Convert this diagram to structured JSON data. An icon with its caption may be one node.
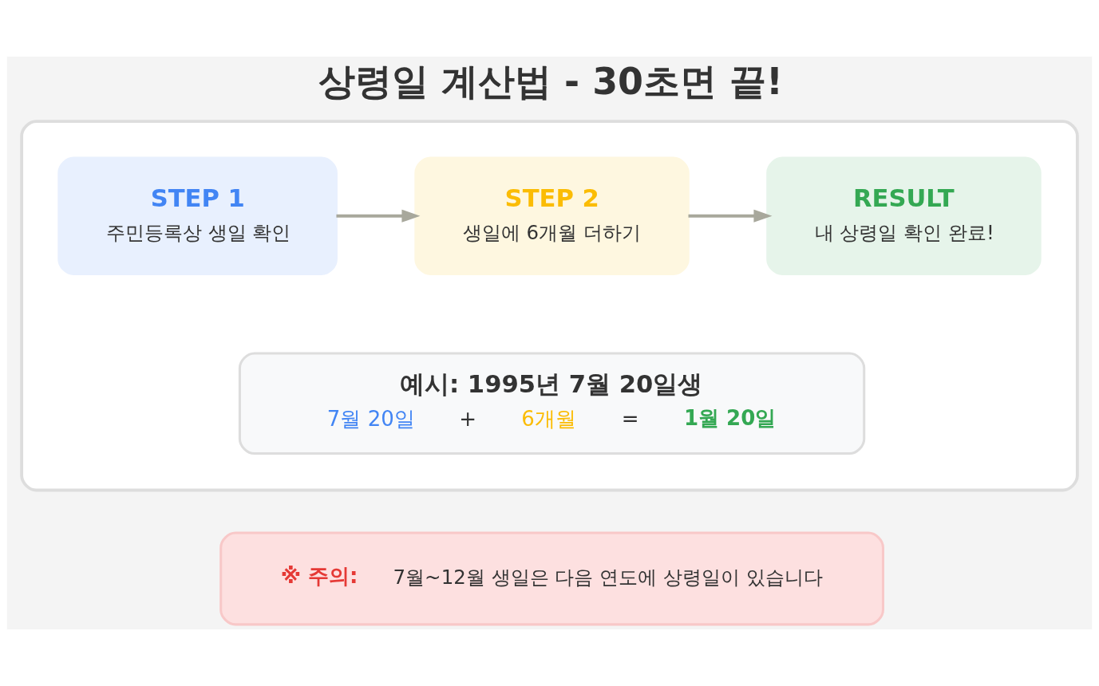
{
  "diagram": {
    "title": "상령일 계산법 - 30초면 끝!",
    "nodes": [
      {
        "text": [],
        "shape": "box"
      },
      {
        "text": [
          "STEP 1",
          "주민등록상 생일 확인"
        ],
        "in": 0
      },
      {
        "text": [
          "STEP 2",
          "생일에 6개월 더하기"
        ],
        "in": 0
      },
      {
        "text": [
          "RESULT",
          "내 상령일 확인 완료!"
        ],
        "in": 0
      },
      {
        "text": [
          "예시: 1995년 7월 20일생",
          "7월 20일",
          "+",
          "6개월",
          "=",
          "1월 20일"
        ],
        "in": 0
      },
      {
        "text": [
          "※ 주의:",
          "7월~12월 생일은 다음 연도에 상령일이 있습니다"
        ]
      }
    ],
    "edges": [
      {
        "from": 1,
        "to": 2,
        "arrow": "to"
      },
      {
        "from": 2,
        "to": 3,
        "arrow": "to"
      }
    ]
  }
}
